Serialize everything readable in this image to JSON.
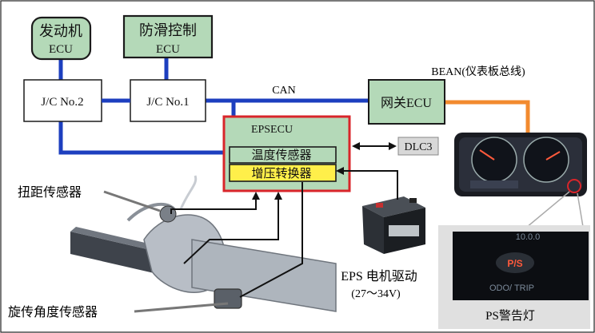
{
  "nodes": {
    "engine_ecu": {
      "line1": "发动机",
      "line2": "ECU"
    },
    "antislip_ecu": {
      "line1": "防滑控制",
      "line2": "ECU"
    },
    "jc2": {
      "label": "J/C No.2"
    },
    "jc1": {
      "label": "J/C No.1"
    },
    "gateway": {
      "label": "网关ECU"
    },
    "epsecu": {
      "label": "EPSECU"
    },
    "temp_sensor": {
      "label": "温度传感器"
    },
    "booster": {
      "label": "增压转换器"
    },
    "dlc3": {
      "label": "DLC3"
    }
  },
  "labels": {
    "can": "CAN",
    "bean": "BEAN(仪表板总线)",
    "torque_sensor": "扭距传感器",
    "rotation_sensor": "旋传角度传感器",
    "eps_motor": "EPS 电机驱动",
    "eps_voltage": "(27～34V)",
    "ps_warning": "PS警告灯",
    "ps_indicator": "P/S",
    "odo_trip": "ODO/ TRIP",
    "display_top": "10.0.0"
  },
  "colors": {
    "bus_blue": "#1d3fbf",
    "bean_orange": "#f28a2e",
    "box_green": "#b4d9b8",
    "box_border": "#2a6b4a",
    "eps_red": "#d9252a",
    "yellow": "#ffef4a",
    "ps_red": "#ff5a3c"
  }
}
